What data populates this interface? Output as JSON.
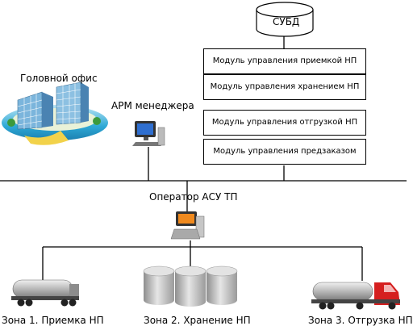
{
  "dbms": {
    "label": "СУБД"
  },
  "modules": [
    {
      "label": "Модуль управления приемкой НП"
    },
    {
      "label": "Модуль управления хранением НП"
    },
    {
      "label": "Модуль управления отгрузкой НП"
    },
    {
      "label": "Модуль управления предзаказом"
    }
  ],
  "head_office": {
    "label": "Головной офис"
  },
  "manager_workstation": {
    "label": "АРМ менеджера"
  },
  "operator": {
    "label": "Оператор АСУ ТП"
  },
  "zones": [
    {
      "label": "Зона 1. Приемка НП"
    },
    {
      "label": "Зона 2. Хранение НП"
    },
    {
      "label": "Зона 3. Отгрузка НП"
    }
  ],
  "colors": {
    "tank_body": "#c8c8c8",
    "truck_cab": "#d51f1f",
    "building_glass": "#4a90c8",
    "office_ground": "#2ea9d6",
    "line": "#000000"
  },
  "icons": [
    "database-cylinder-icon",
    "office-building-icon",
    "workstation-icon",
    "computer-icon",
    "tanker-truck-icon",
    "storage-tank-icon",
    "red-tanker-truck-icon"
  ]
}
